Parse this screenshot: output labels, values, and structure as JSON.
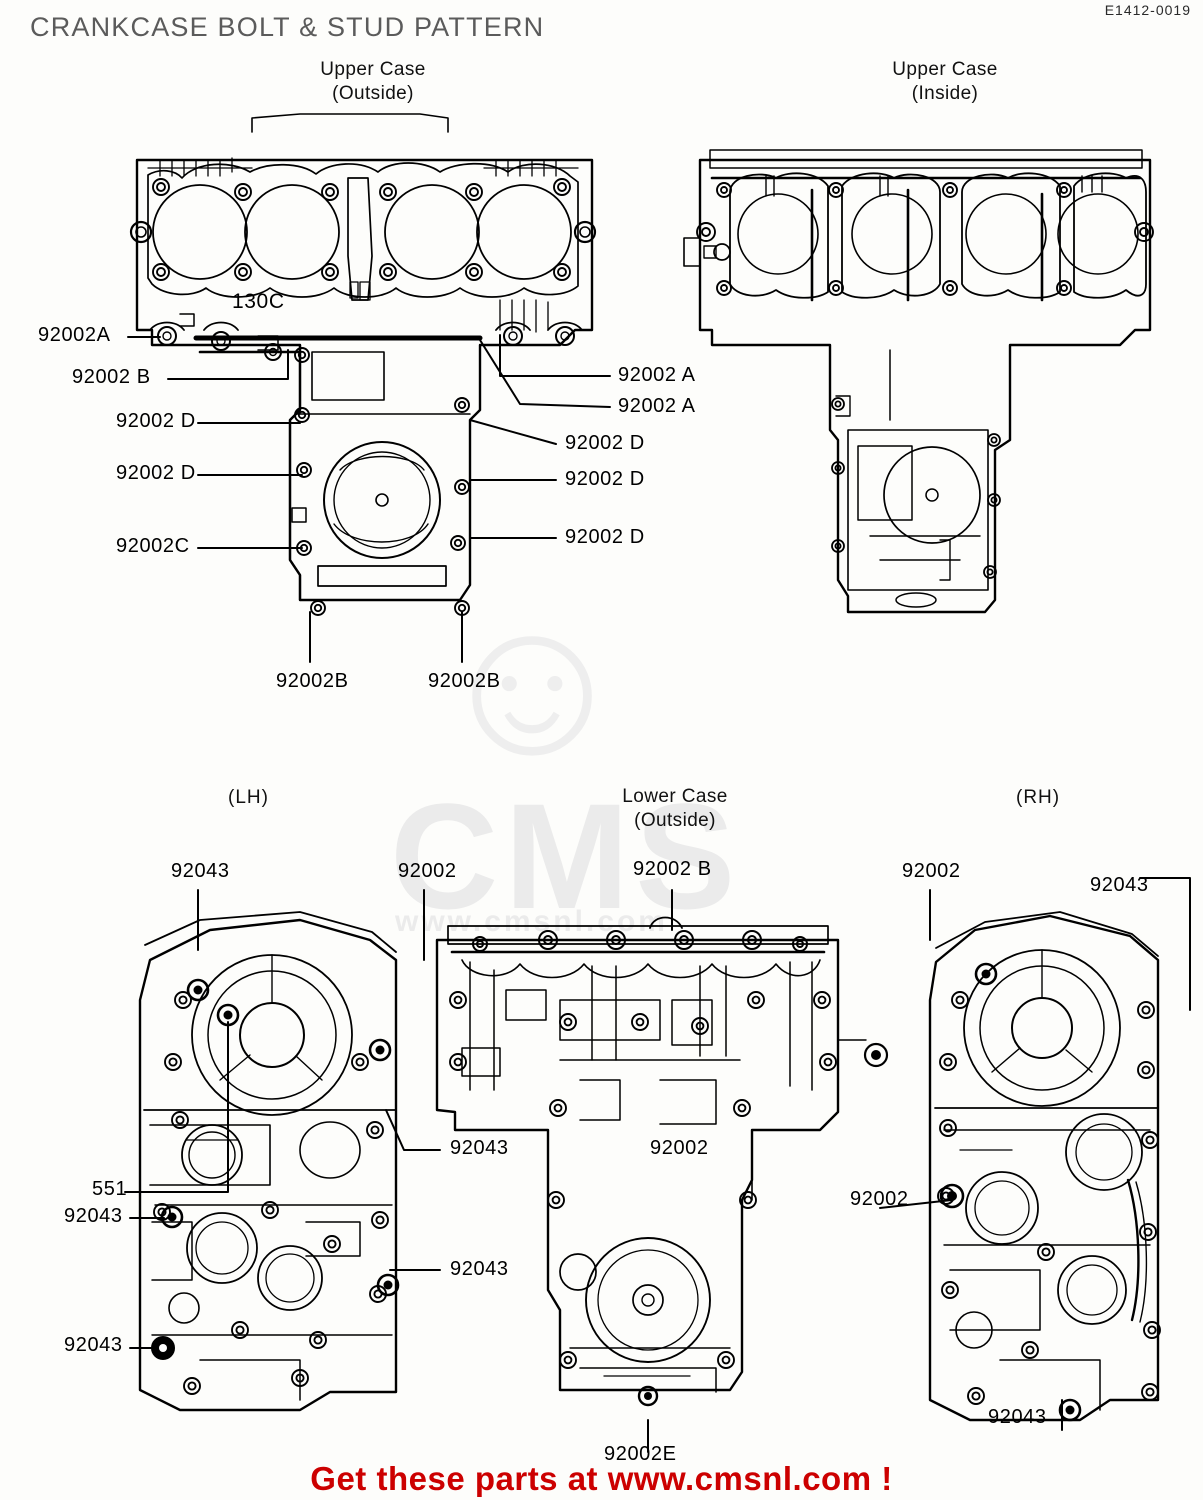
{
  "header": {
    "title": "CRANKCASE BOLT & STUD PATTERN",
    "doc_code": "E1412-0019"
  },
  "watermark": {
    "brand": "CMS",
    "url": "www.cmsnl.com",
    "mascot_icon": "mascot-icon"
  },
  "footer": {
    "text": "Get these parts at www.cmsnl.com !",
    "color": "#cc0000"
  },
  "upper_section": {
    "left_view": {
      "title_line1": "Upper Case",
      "title_line2": "(Outside)",
      "inline_label": "130C"
    },
    "right_view": {
      "title_line1": "Upper Case",
      "title_line2": "(Inside)"
    },
    "callouts_left": [
      {
        "id": "u-l1",
        "text": "92002A"
      },
      {
        "id": "u-l2",
        "text": "92002 B"
      },
      {
        "id": "u-l3",
        "text": "92002 D"
      },
      {
        "id": "u-l4",
        "text": "92002 D"
      },
      {
        "id": "u-l5",
        "text": "92002C"
      }
    ],
    "callouts_right": [
      {
        "id": "u-r1",
        "text": "92002 A"
      },
      {
        "id": "u-r2",
        "text": "92002 A"
      },
      {
        "id": "u-r3",
        "text": "92002 D"
      },
      {
        "id": "u-r4",
        "text": "92002 D"
      },
      {
        "id": "u-r5",
        "text": "92002 D"
      }
    ],
    "callouts_bottom": [
      {
        "id": "u-b1",
        "text": "92002B"
      },
      {
        "id": "u-b2",
        "text": "92002B"
      }
    ]
  },
  "lower_section": {
    "left_view_title": "(LH)",
    "right_view_title": "(RH)",
    "center_title_line1": "Lower Case",
    "center_title_line2": "(Outside)",
    "callouts_top": [
      {
        "id": "l-t1",
        "text": "92043"
      },
      {
        "id": "l-t2",
        "text": "92002"
      },
      {
        "id": "l-t3",
        "text": "92002 B"
      },
      {
        "id": "l-t4",
        "text": "92002"
      },
      {
        "id": "l-t5",
        "text": "92043"
      }
    ],
    "callouts_left": [
      {
        "id": "l-l1",
        "text": "551"
      },
      {
        "id": "l-l2",
        "text": "92043"
      },
      {
        "id": "l-l3",
        "text": "92043"
      }
    ],
    "callouts_mid": [
      {
        "id": "l-m1",
        "text": "92043"
      },
      {
        "id": "l-m2",
        "text": "92002"
      },
      {
        "id": "l-m3",
        "text": "92043"
      }
    ],
    "callouts_right": [
      {
        "id": "l-r1",
        "text": "92002"
      },
      {
        "id": "l-r2",
        "text": "92043"
      }
    ],
    "callout_bottom": {
      "id": "l-b1",
      "text": "92002E"
    }
  }
}
